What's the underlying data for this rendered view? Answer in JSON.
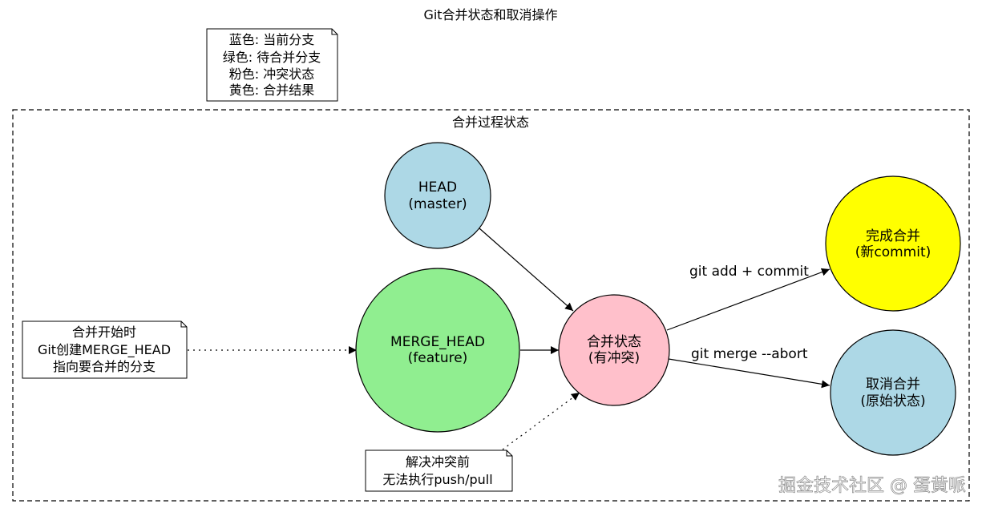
{
  "title": "Git合并状态和取消操作",
  "legend": {
    "lines": [
      "蓝色: 当前分支",
      "绿色: 待合并分支",
      "粉色: 冲突状态",
      "黄色: 合并结果"
    ]
  },
  "cluster": {
    "label": "合并过程状态"
  },
  "nodes": {
    "head": {
      "line1": "HEAD",
      "line2": "(master)",
      "color": "#add8e6"
    },
    "merge_head": {
      "line1": "MERGE_HEAD",
      "line2": "(feature)",
      "color": "#90ee90"
    },
    "merging": {
      "line1": "合并状态",
      "line2": "(有冲突)",
      "color": "#ffc0cb"
    },
    "complete": {
      "line1": "完成合并",
      "line2": "(新commit)",
      "color": "#ffff00"
    },
    "aborted": {
      "line1": "取消合并",
      "line2": "(原始状态)",
      "color": "#add8e6"
    }
  },
  "edges": {
    "commit_label": "git add + commit",
    "abort_label": "git merge --abort"
  },
  "notes": {
    "merge_start": [
      "合并开始时",
      "Git创建MERGE_HEAD",
      "指向要合并的分支"
    ],
    "conflict": [
      "解决冲突前",
      "无法执行push/pull"
    ]
  },
  "watermark": "掘金技术社区 @ 蛋黄哌"
}
